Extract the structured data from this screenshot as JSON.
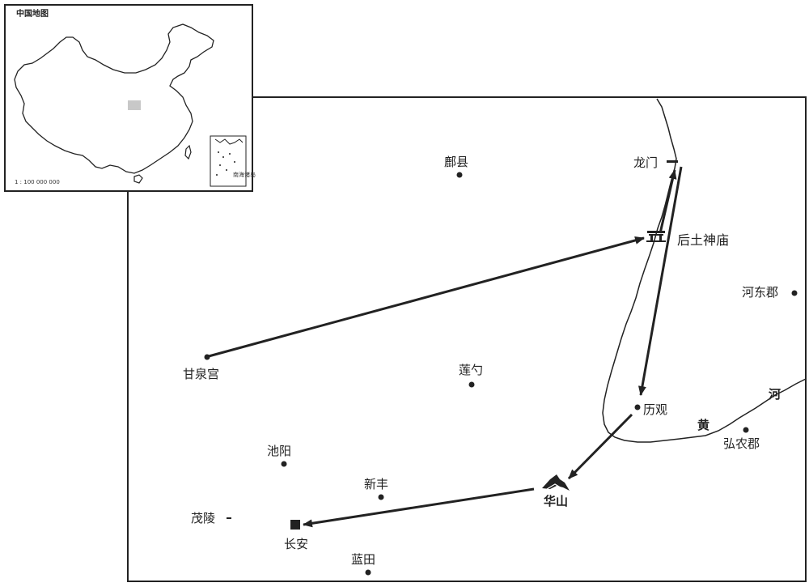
{
  "inset": {
    "title": "中国地图",
    "scale": "1 : 100 000 000",
    "south_sea_label": "南海诸岛"
  },
  "places": {
    "fuxian": "鄜县",
    "longmen": "龙门",
    "houtu_temple": "后土神庙",
    "hedong": "河东郡",
    "ganquan": "甘泉宫",
    "lianshao": "莲勺",
    "liguan": "历观",
    "hongnong": "弘农郡",
    "chiyang": "池阳",
    "xinfeng": "新丰",
    "huashan": "华山",
    "maoling": "茂陵",
    "changan": "长安",
    "lantian": "蓝田"
  },
  "river": {
    "char1": "黄",
    "char2": "河"
  },
  "route": [
    "甘泉宫",
    "后土神庙",
    "龙门",
    "后土神庙",
    "历观",
    "华山",
    "长安"
  ],
  "colors": {
    "ink": "#222222",
    "highlight": "#c8c8c8"
  }
}
